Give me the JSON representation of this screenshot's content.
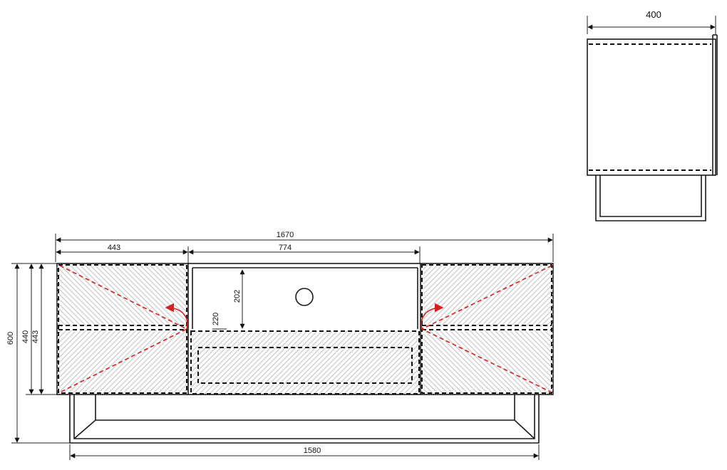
{
  "drawing": {
    "side_view": {
      "depth_label": "400"
    },
    "front_view": {
      "overall_width_label": "1670",
      "left_door_width_label": "443",
      "center_opening_width_label": "774",
      "opening_height_label": "202",
      "drawer_front_height_label": "220",
      "total_height_label": "600",
      "body_height_label": "440",
      "door_height_label": "443",
      "leg_frame_width_label": "1580"
    },
    "colors": {
      "line": "#1a1a1a",
      "hinge": "#d62020",
      "pattern": "#c9c9c9"
    }
  }
}
